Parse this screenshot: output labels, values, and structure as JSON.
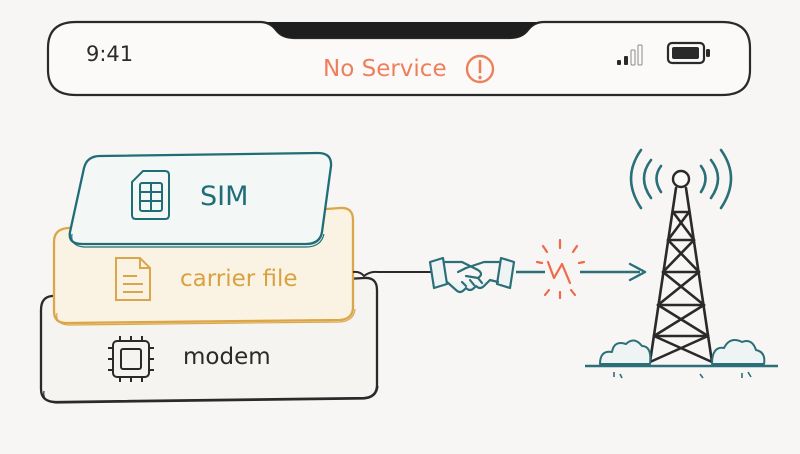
{
  "status_bar": {
    "time": "9:41",
    "network_status": "No Service",
    "alert_icon": "exclamation-circle-icon",
    "signal_icon": "signal-bars-icon",
    "battery_icon": "battery-icon"
  },
  "stack": {
    "layers": [
      {
        "label": "SIM",
        "icon": "sim-card-icon",
        "color": "#1f6e77"
      },
      {
        "label": "carrier file",
        "icon": "document-icon",
        "color": "#d9a240"
      },
      {
        "label": "modem",
        "icon": "chip-icon",
        "color": "#2a2a2a"
      }
    ]
  },
  "connection": {
    "handshake_icon": "handshake-icon",
    "break_icon": "lightning-break-icon",
    "break_color": "#ef6a4a",
    "line_color": "#2b6f78"
  },
  "tower": {
    "icon": "cell-tower-icon",
    "wave_color": "#2b6f78"
  }
}
